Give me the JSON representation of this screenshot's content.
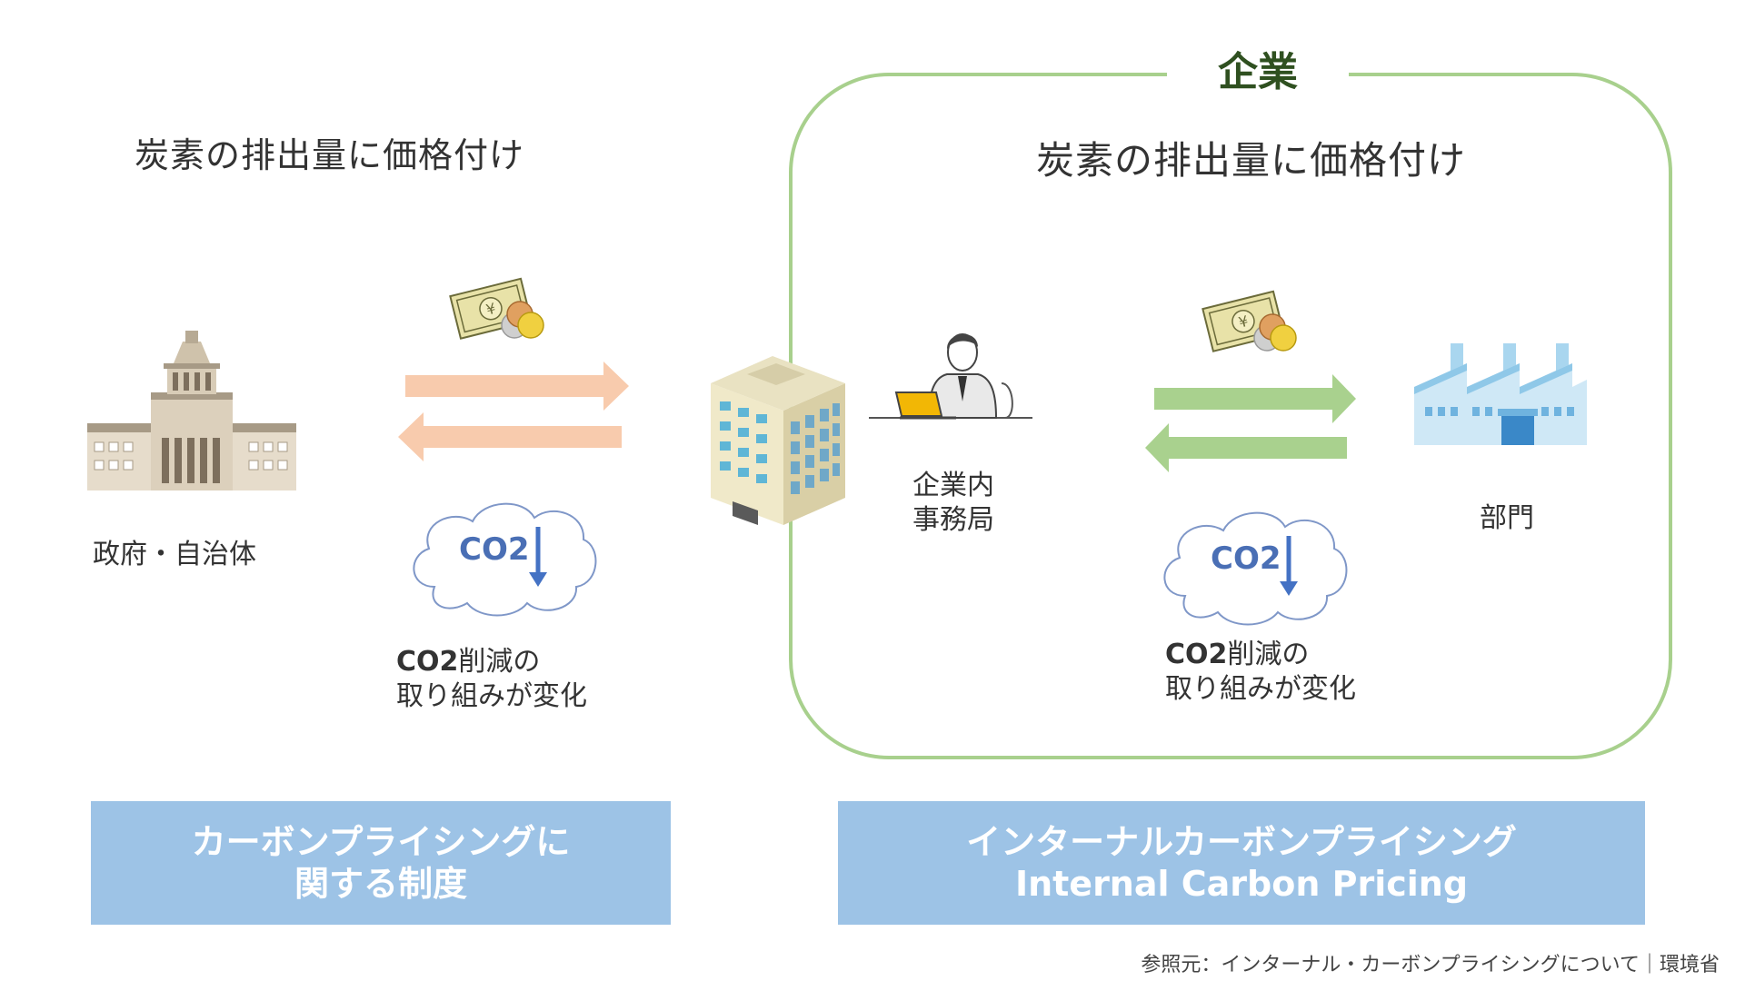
{
  "left": {
    "heading": "炭素の排出量に価格付け",
    "entity": "政府・自治体",
    "co2_label": "CO2",
    "effect_bold": "CO2",
    "effect_rest": "削減の",
    "effect_line2": "取り組みが変化"
  },
  "right": {
    "frame_label": "企業",
    "heading": "炭素の排出量に価格付け",
    "office_line1": "企業内",
    "office_line2": "事務局",
    "department": "部門",
    "co2_label": "CO2",
    "effect_bold": "CO2",
    "effect_rest": "削減の",
    "effect_line2": "取り組みが変化"
  },
  "banners": {
    "left_line1": "カーボンプライシングに",
    "left_line2": "関する制度",
    "right_line1": "インターナルカーボンプライシング",
    "right_line2": "Internal Carbon Pricing"
  },
  "source": "参照元：インターナル・カーボンプライシングについて｜環境省",
  "icons": {
    "government": "parliament-building-icon",
    "company": "office-building-icon",
    "office": "person-laptop-icon",
    "department": "factory-icon",
    "money": "yen-bill-coins-icon"
  },
  "colors": {
    "frame": "#a8d08d",
    "orange_arrow": "#f8cbad",
    "green_arrow": "#a9d18e",
    "banner": "#9dc3e6",
    "co2_text": "#4a6fb5"
  }
}
